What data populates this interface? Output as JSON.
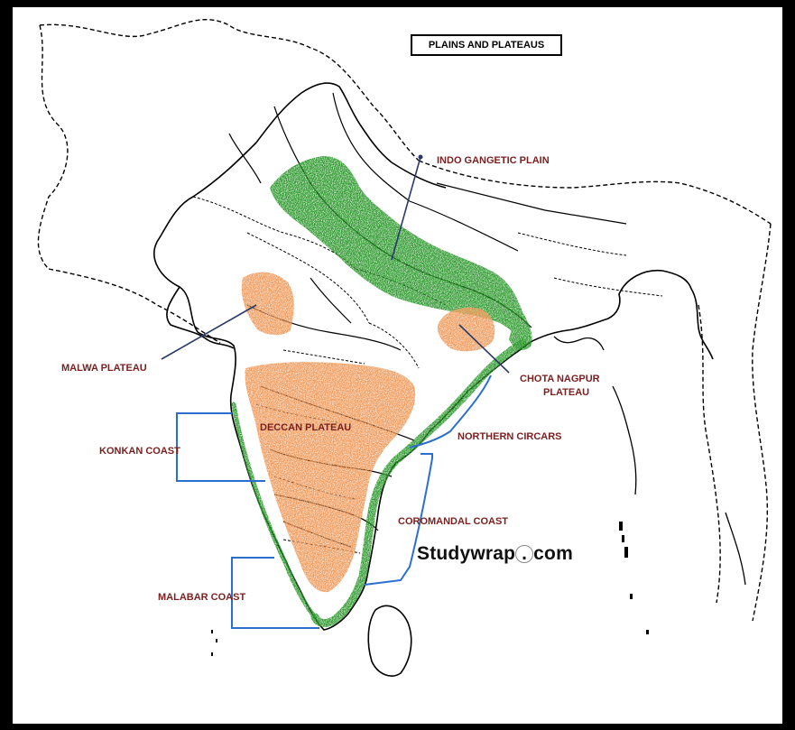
{
  "title": "PLAINS AND PLATEAUS",
  "labels": {
    "indo_gangetic": "INDO GANGETIC PLAIN",
    "malwa": "MALWA PLATEAU",
    "chota_nagpur_1": "CHOTA NAGPUR",
    "chota_nagpur_2": "PLATEAU",
    "deccan": "DECCAN PLATEAU",
    "konkan": "KONKAN COAST",
    "northern_circars": "NORTHERN CIRCARS",
    "coromandal": "COROMANDAL COAST",
    "malabar": "MALABAR COAST"
  },
  "watermark": {
    "prefix": "Studywrap",
    "circle": ".",
    "suffix": "com"
  },
  "colors": {
    "plain": "#2e9a2e",
    "plateau": "#f09a5a",
    "coast_bracket": "#2a6fd0",
    "pointer": "#2a3a6a",
    "label_text": "#7a1f1f",
    "outline": "#000000"
  },
  "regions": [
    {
      "name": "Indo Gangetic Plain",
      "type": "plain"
    },
    {
      "name": "Malwa Plateau",
      "type": "plateau"
    },
    {
      "name": "Chota Nagpur Plateau",
      "type": "plateau"
    },
    {
      "name": "Deccan Plateau",
      "type": "plateau"
    },
    {
      "name": "Eastern Coastal Strip",
      "type": "coast"
    },
    {
      "name": "Western Coastal Strip",
      "type": "coast"
    }
  ]
}
